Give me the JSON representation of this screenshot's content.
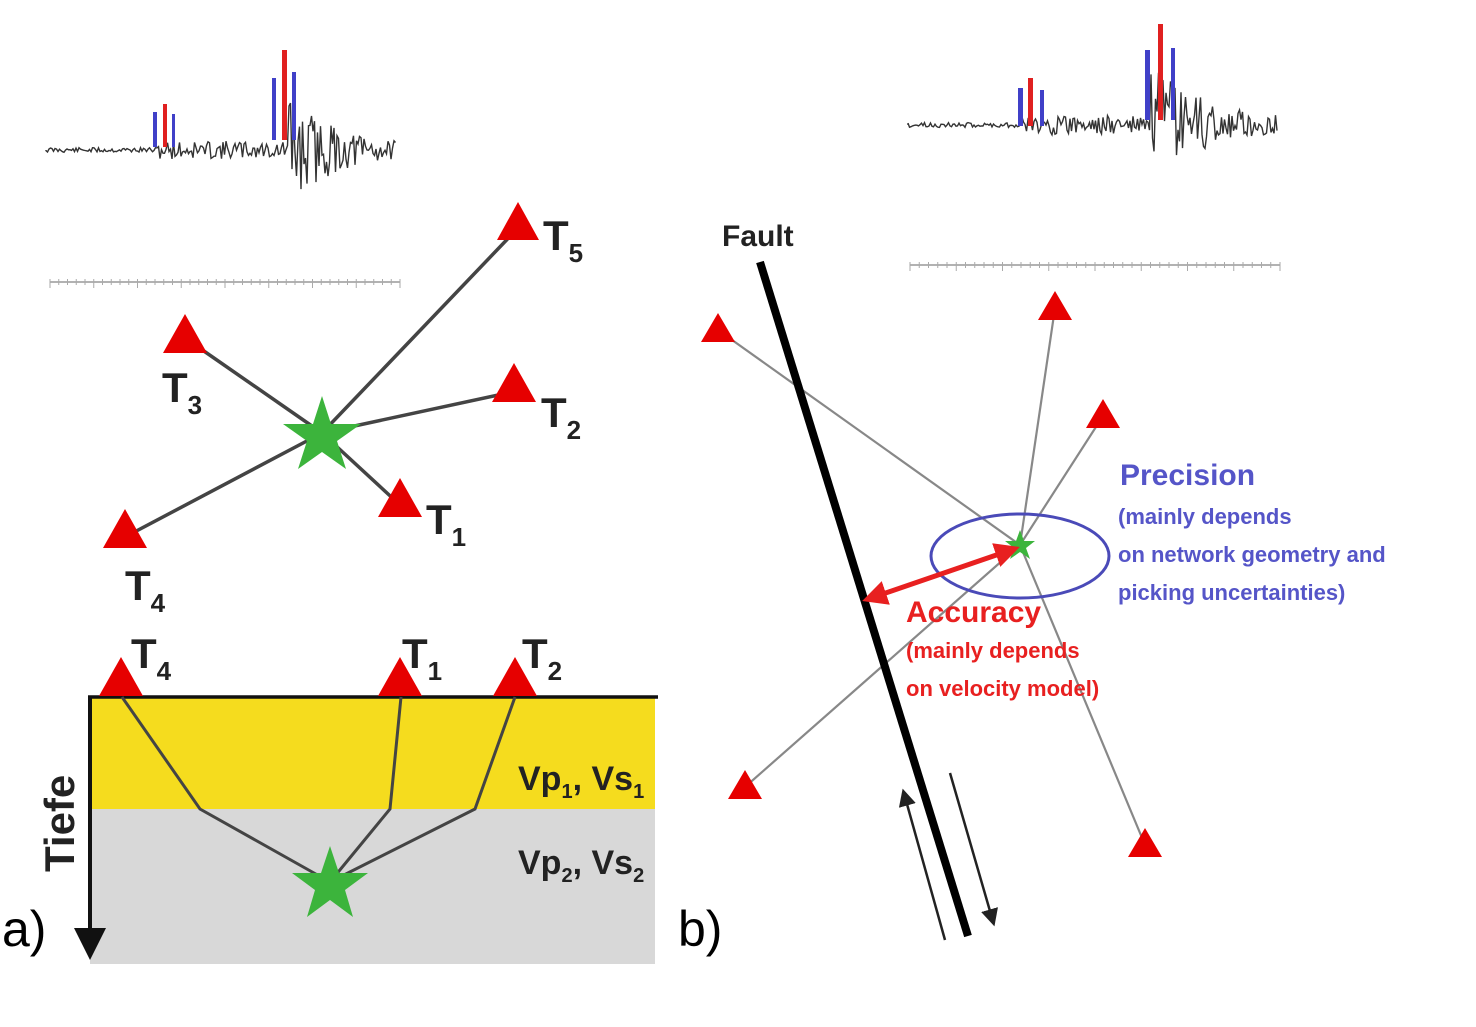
{
  "panel_a": {
    "label": "a)",
    "map_stations": [
      {
        "id": "T5",
        "letter": "T",
        "sub": "5"
      },
      {
        "id": "T3",
        "letter": "T",
        "sub": "3"
      },
      {
        "id": "T2",
        "letter": "T",
        "sub": "2"
      },
      {
        "id": "T1",
        "letter": "T",
        "sub": "1"
      },
      {
        "id": "T4",
        "letter": "T",
        "sub": "4"
      }
    ],
    "section_stations": [
      {
        "id": "T4",
        "letter": "T",
        "sub": "4"
      },
      {
        "id": "T1",
        "letter": "T",
        "sub": "1"
      },
      {
        "id": "T2",
        "letter": "T",
        "sub": "2"
      }
    ],
    "layer1": {
      "text": "Vp",
      "sub1": "1",
      "mid": ", Vs",
      "sub2": "1",
      "color": "#f5dc1e"
    },
    "layer2": {
      "text": "Vp",
      "sub1": "2",
      "mid": ", Vs",
      "sub2": "2",
      "color": "#d8d8d8"
    },
    "depth_axis_label": "Tiefe"
  },
  "panel_b": {
    "label": "b)",
    "fault_label": "Fault",
    "precision": {
      "title": "Precision",
      "line1": "(mainly depends",
      "line2": "on network geometry and",
      "line3": "picking uncertainties)",
      "color": "#5555c8"
    },
    "accuracy": {
      "title": "Accuracy",
      "line1": "(mainly depends",
      "line2": "on velocity model)",
      "color": "#e82020"
    }
  },
  "colors": {
    "station": "#e60000",
    "epicenter": "#3cb43c",
    "pick_red": "#e02020",
    "pick_blue": "#4040c8"
  }
}
